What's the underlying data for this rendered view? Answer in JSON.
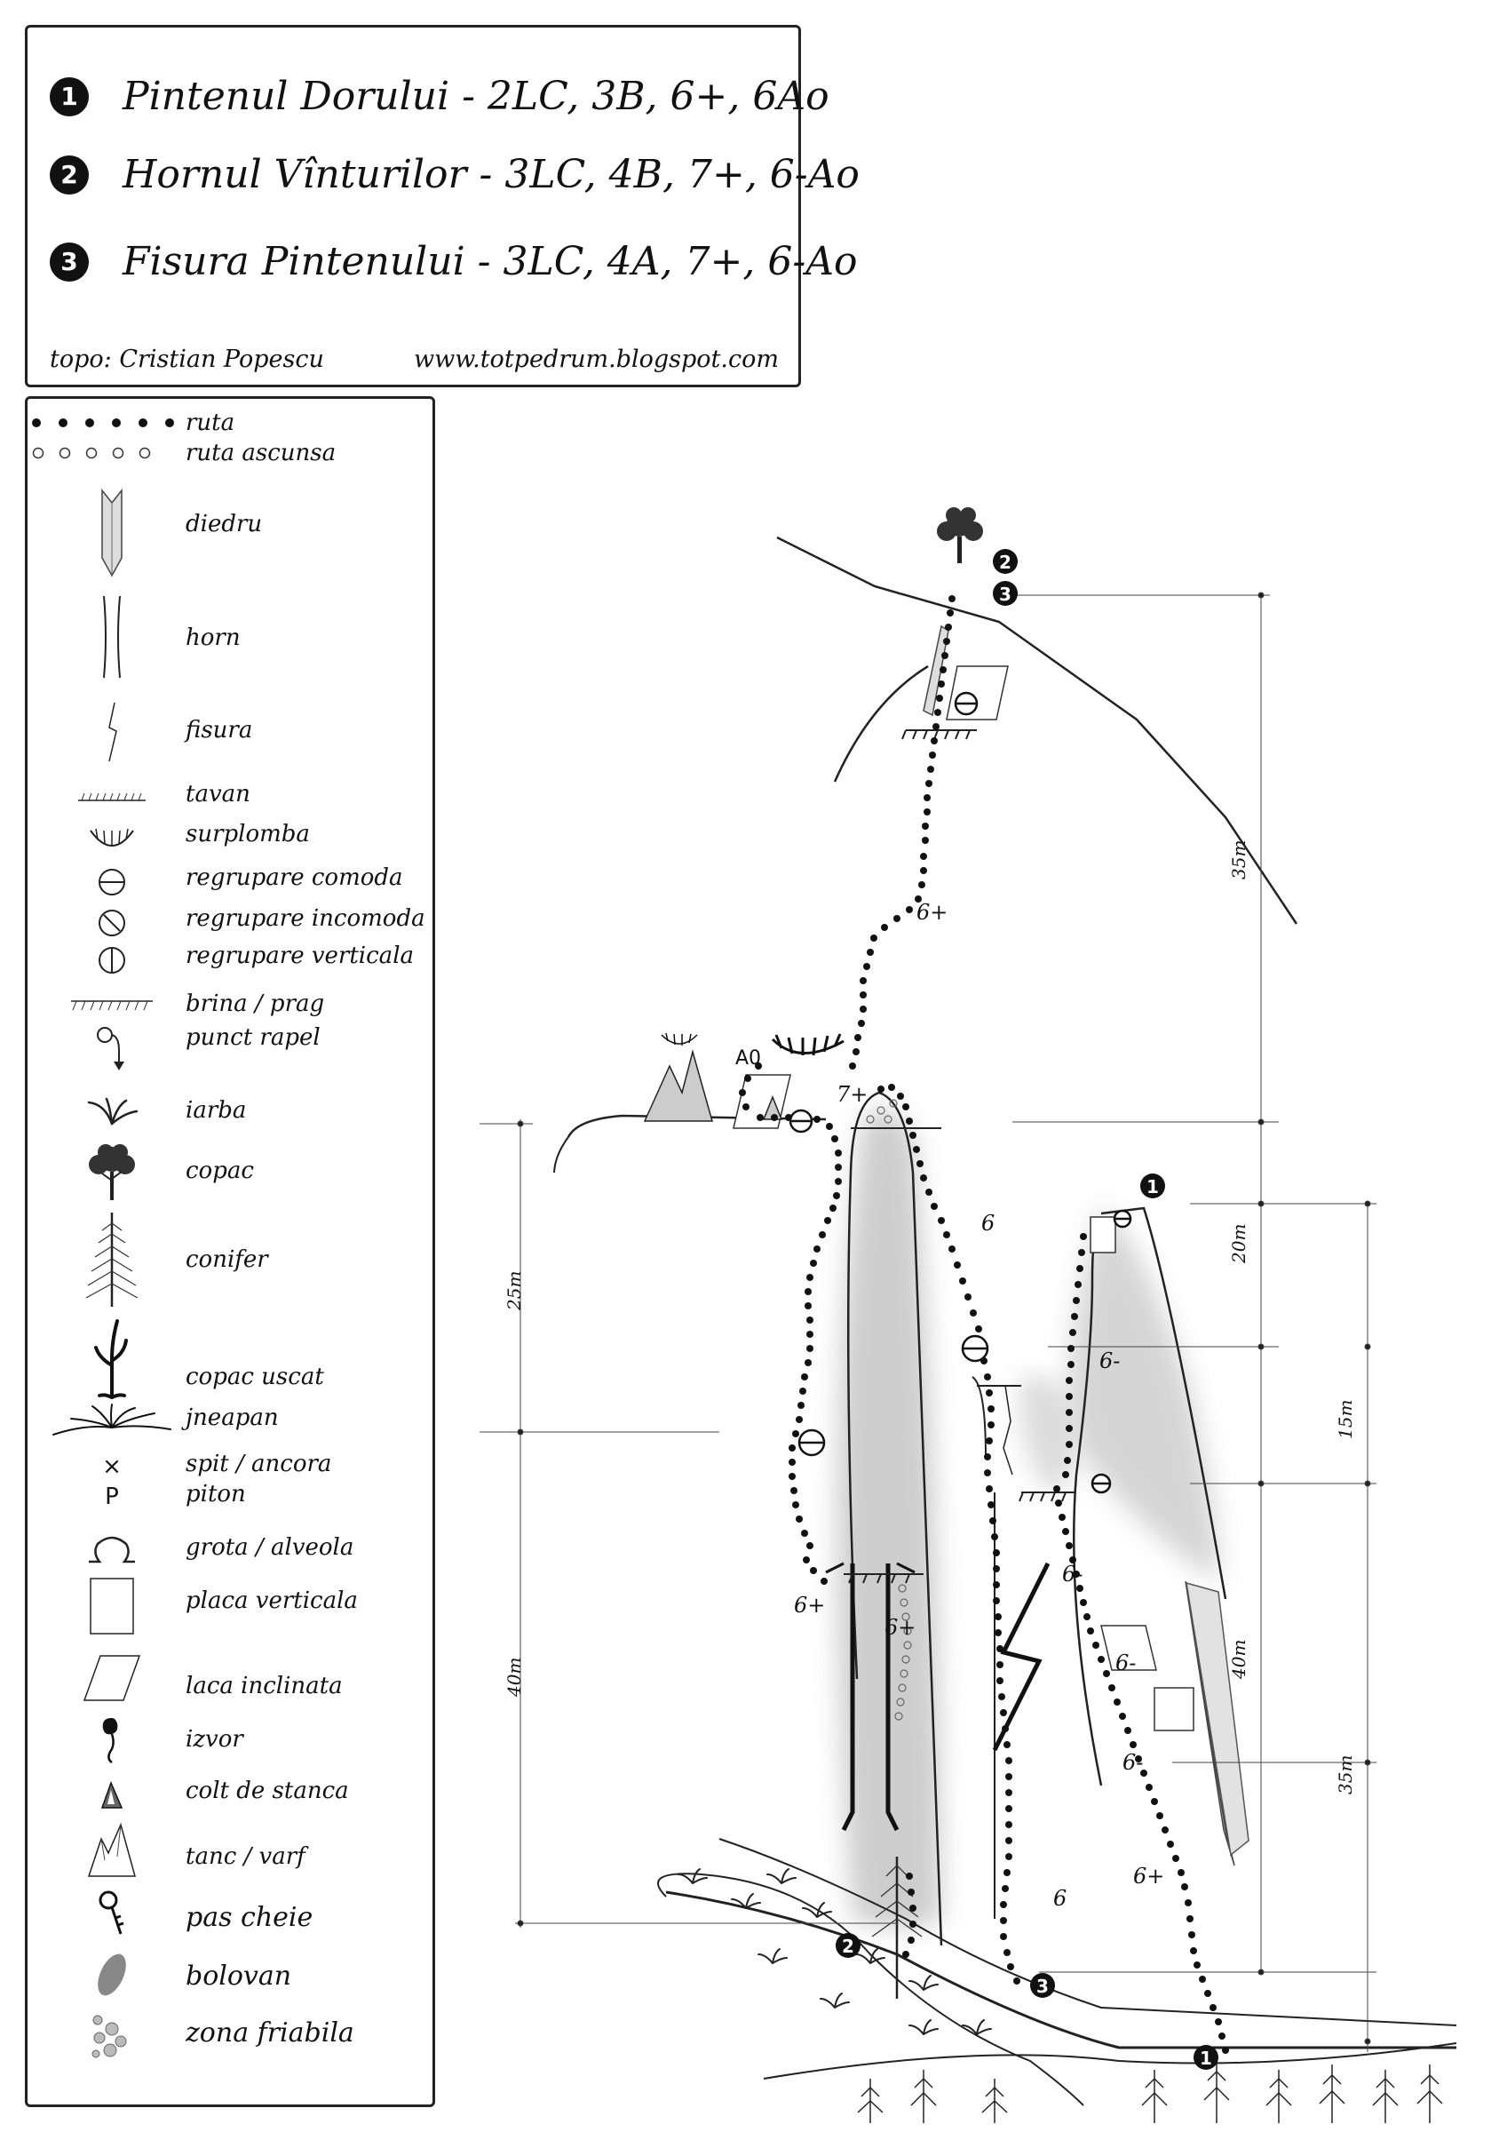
{
  "routes": [
    {
      "num": "1",
      "text": "Pintenul Dorului  - 2LC, 3B, 6+, 6Ao"
    },
    {
      "num": "2",
      "text": "Hornul Vînturilor - 3LC, 4B, 7+, 6-Ao"
    },
    {
      "num": "3",
      "text": "Fisura Pintenului - 3LC, 4A, 7+, 6-Ao"
    }
  ],
  "credits": {
    "author": "topo: Cristian Popescu",
    "website": "www.totpedrum.blogspot.com"
  },
  "legend": [
    {
      "label": "ruta",
      "icon": "dotted-line-icon"
    },
    {
      "label": "ruta ascunsa",
      "icon": "hollow-dotted-line-icon"
    },
    {
      "label": "diedru",
      "icon": "dihedral-icon"
    },
    {
      "label": "horn",
      "icon": "chimney-icon"
    },
    {
      "label": "fisura",
      "icon": "crack-icon"
    },
    {
      "label": "tavan",
      "icon": "roof-icon"
    },
    {
      "label": "surplomba",
      "icon": "overhang-icon"
    },
    {
      "label": "regrupare comoda",
      "icon": "comfortable-belay-icon"
    },
    {
      "label": "regrupare incomoda",
      "icon": "uncomfortable-belay-icon"
    },
    {
      "label": "regrupare verticala",
      "icon": "vertical-belay-icon"
    },
    {
      "label": "brina / prag",
      "icon": "ledge-icon"
    },
    {
      "label": "punct rapel",
      "icon": "rappel-point-icon"
    },
    {
      "label": "iarba",
      "icon": "grass-icon"
    },
    {
      "label": "copac",
      "icon": "tree-icon"
    },
    {
      "label": "conifer",
      "icon": "conifer-icon"
    },
    {
      "label": "copac uscat",
      "icon": "dead-tree-icon"
    },
    {
      "label": "jneapan",
      "icon": "dwarf-pine-icon"
    },
    {
      "label": "spit / ancora",
      "icon": "bolt-icon",
      "symbol": "×"
    },
    {
      "label": "piton",
      "icon": "piton-icon",
      "symbol": "P"
    },
    {
      "label": "grota / alveola",
      "icon": "cave-icon"
    },
    {
      "label": "placa verticala",
      "icon": "vertical-slab-icon"
    },
    {
      "label": "laca inclinata",
      "icon": "inclined-slab-icon"
    },
    {
      "label": "izvor",
      "icon": "spring-icon"
    },
    {
      "label": "colt de stanca",
      "icon": "rock-spike-icon"
    },
    {
      "label": "tanc / varf",
      "icon": "pinnacle-icon"
    },
    {
      "label": "pas cheie",
      "icon": "key-icon"
    },
    {
      "label": "bolovan",
      "icon": "boulder-icon"
    },
    {
      "label": "zona friabila",
      "icon": "loose-rock-icon"
    }
  ],
  "topo": {
    "markers": [
      "1",
      "2",
      "3"
    ],
    "grades": [
      "6+",
      "7+",
      "A0",
      "6",
      "6-",
      "6+",
      "6+",
      "6-",
      "6-",
      "6+",
      "6",
      "6-"
    ],
    "distances_right": [
      "35m",
      "20m",
      "15m",
      "40m",
      "35m"
    ],
    "distances_left": [
      "25m",
      "40m"
    ]
  }
}
